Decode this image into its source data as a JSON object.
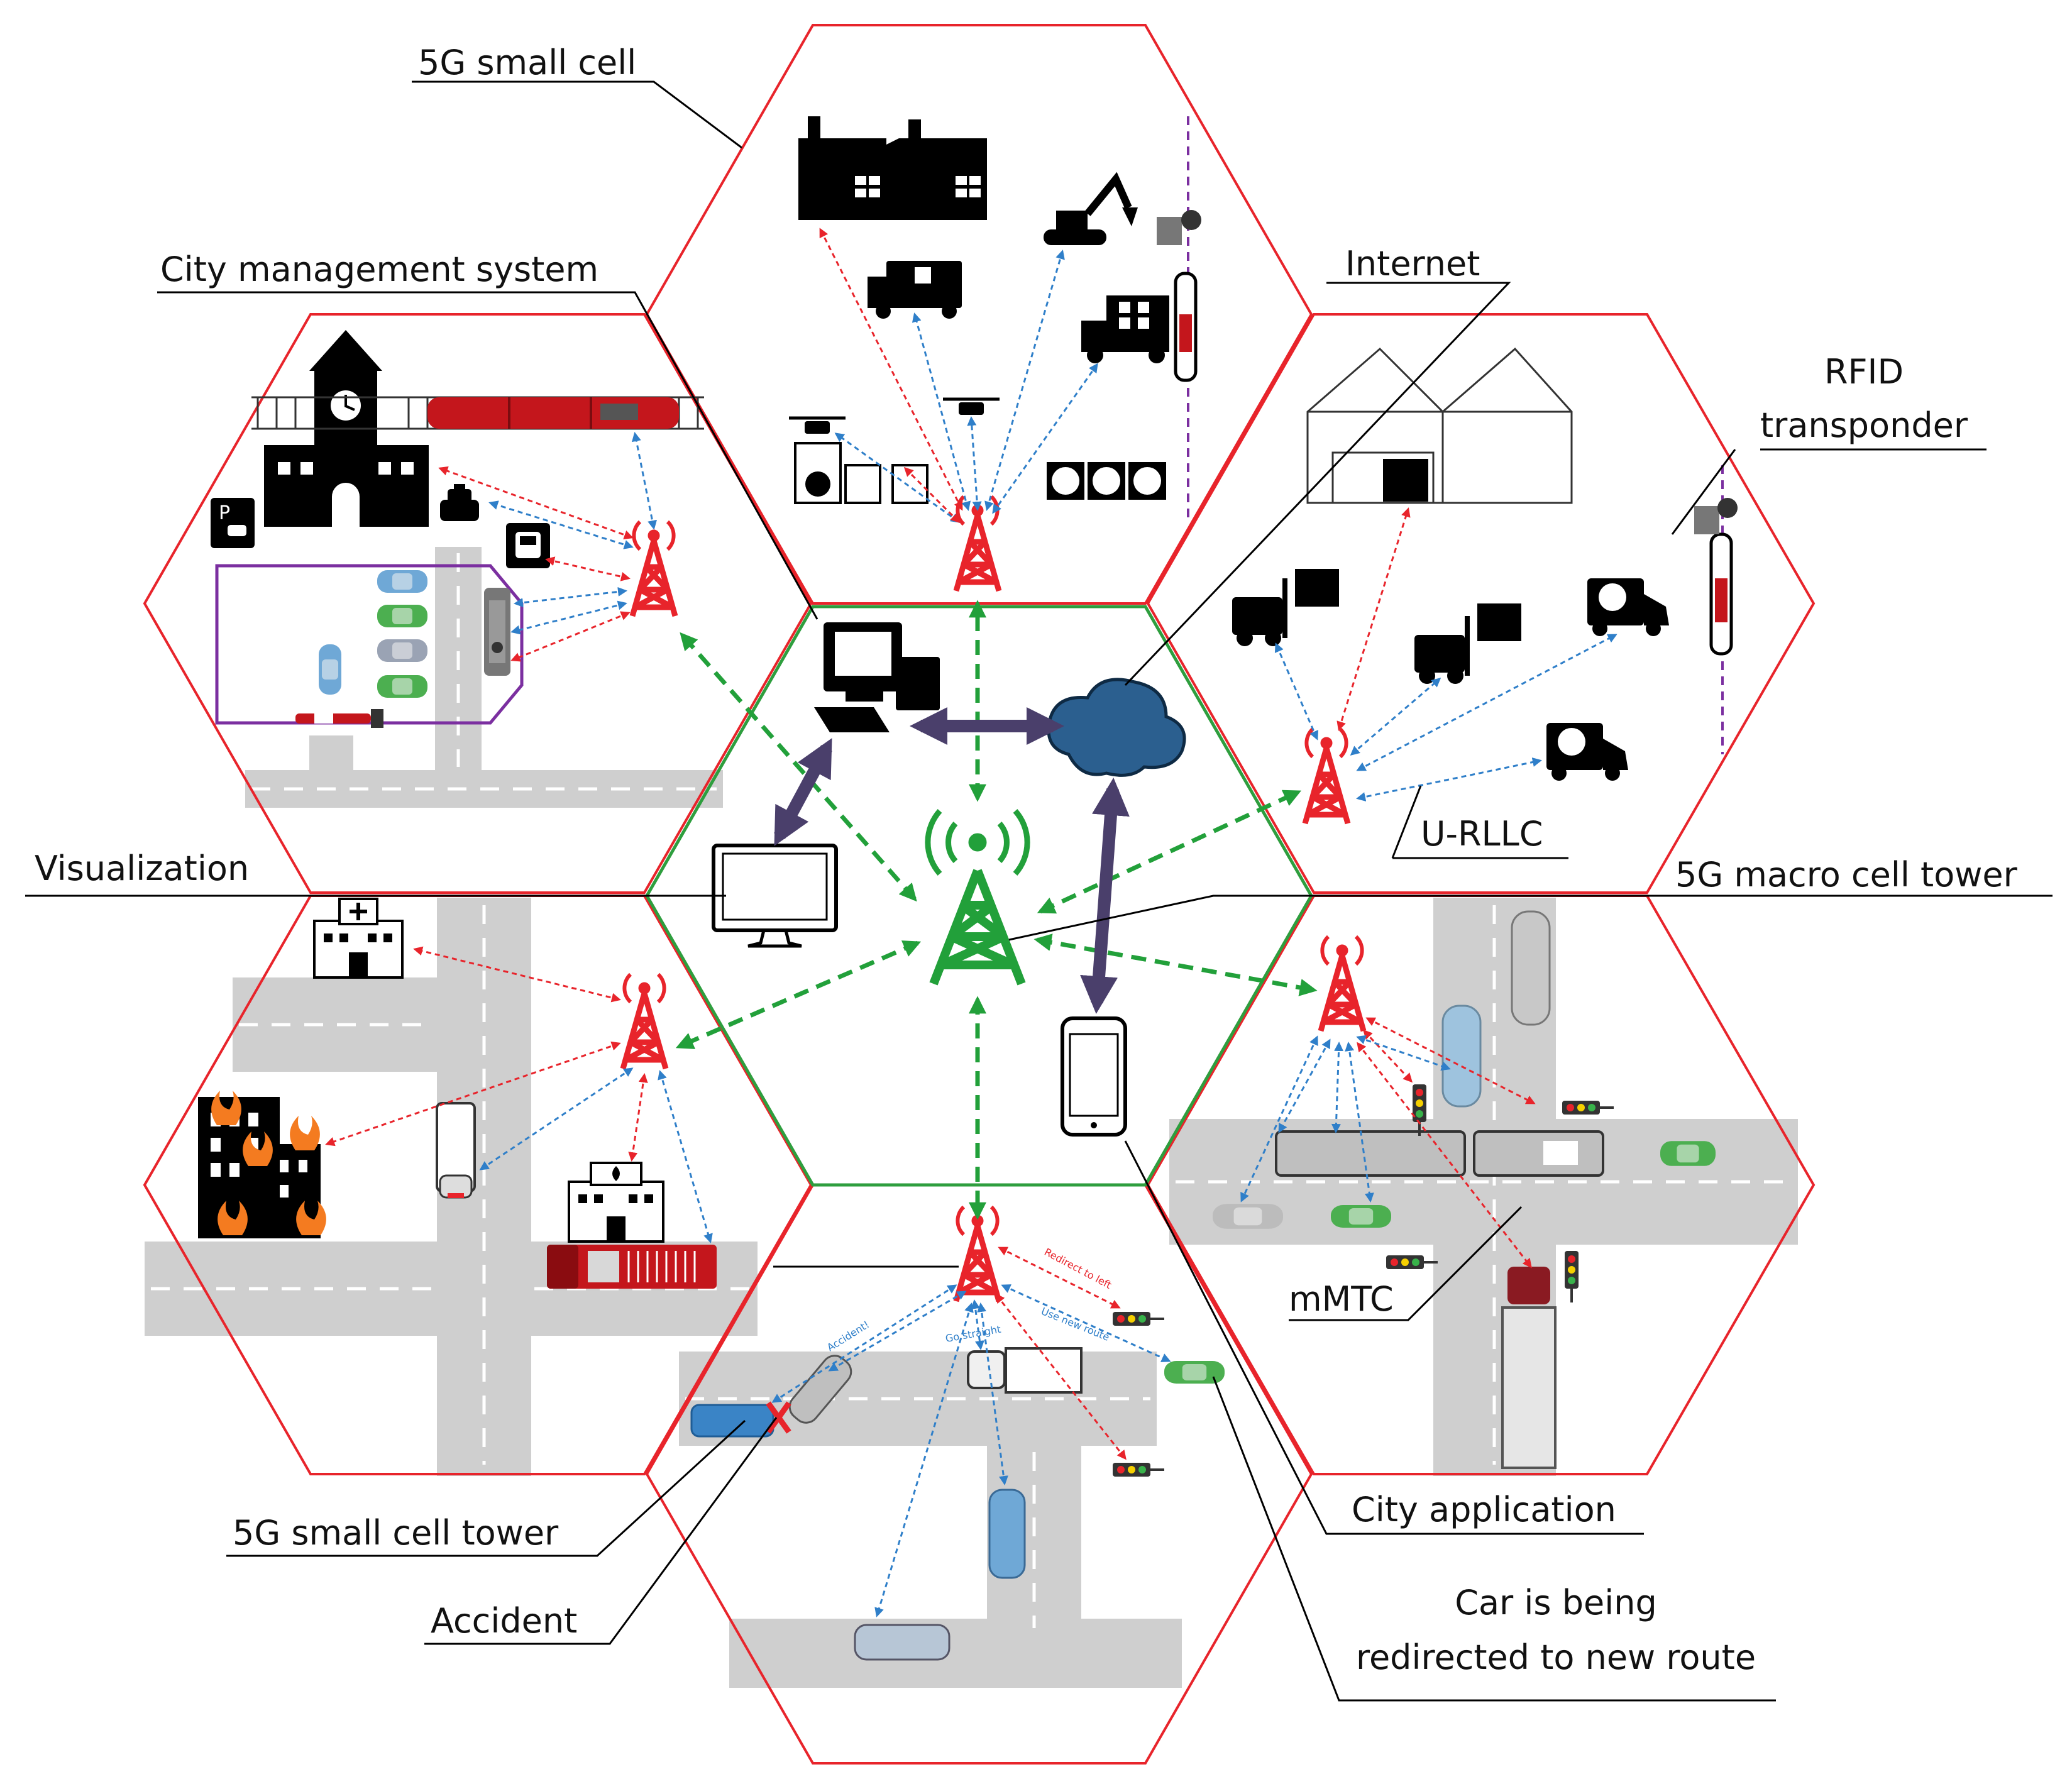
{
  "labels": {
    "small_cell": "5G small cell",
    "city_management": "City management system",
    "internet": "Internet",
    "rfid_line1": "RFID",
    "rfid_line2": "transponder",
    "visualization": "Visualization",
    "macro_tower": "5G macro cell tower",
    "urllc": "U-RLLC",
    "mmtc": "mMTC",
    "city_application": "City application",
    "small_cell_tower": "5G small cell tower",
    "accident": "Accident",
    "redirect_line1": "Car is being",
    "redirect_line2": "redirected to new route"
  },
  "annotations": {
    "redirect_left": "Redirect to left",
    "accident_msg": "Accident!",
    "go_straight": "Go straight",
    "use_new_route": "Use new route"
  },
  "colors": {
    "cell_border": "#e8242b",
    "center_border": "#2e9e3e",
    "red_link": "#e8242b",
    "blue_link": "#2f7fc9",
    "green_link": "#22a03a",
    "purple_link": "#4a3f6b",
    "road": "#cfcfcf",
    "building": "#000000"
  },
  "icons": [
    "factory-icon",
    "excavator-icon",
    "truck-icon",
    "drone-icon",
    "fan-icon",
    "barrier-icon",
    "computer-icon",
    "cloud-icon",
    "monitor-icon",
    "smartphone-icon",
    "antenna-icon",
    "house-icon",
    "forklift-icon",
    "car-icon",
    "bus-icon",
    "hospital-icon",
    "burning-building-icon",
    "fire-station-icon",
    "fire-truck-icon",
    "traffic-light-icon",
    "clock-tower-icon",
    "train-icon",
    "parking-icon",
    "accident-x-icon"
  ]
}
